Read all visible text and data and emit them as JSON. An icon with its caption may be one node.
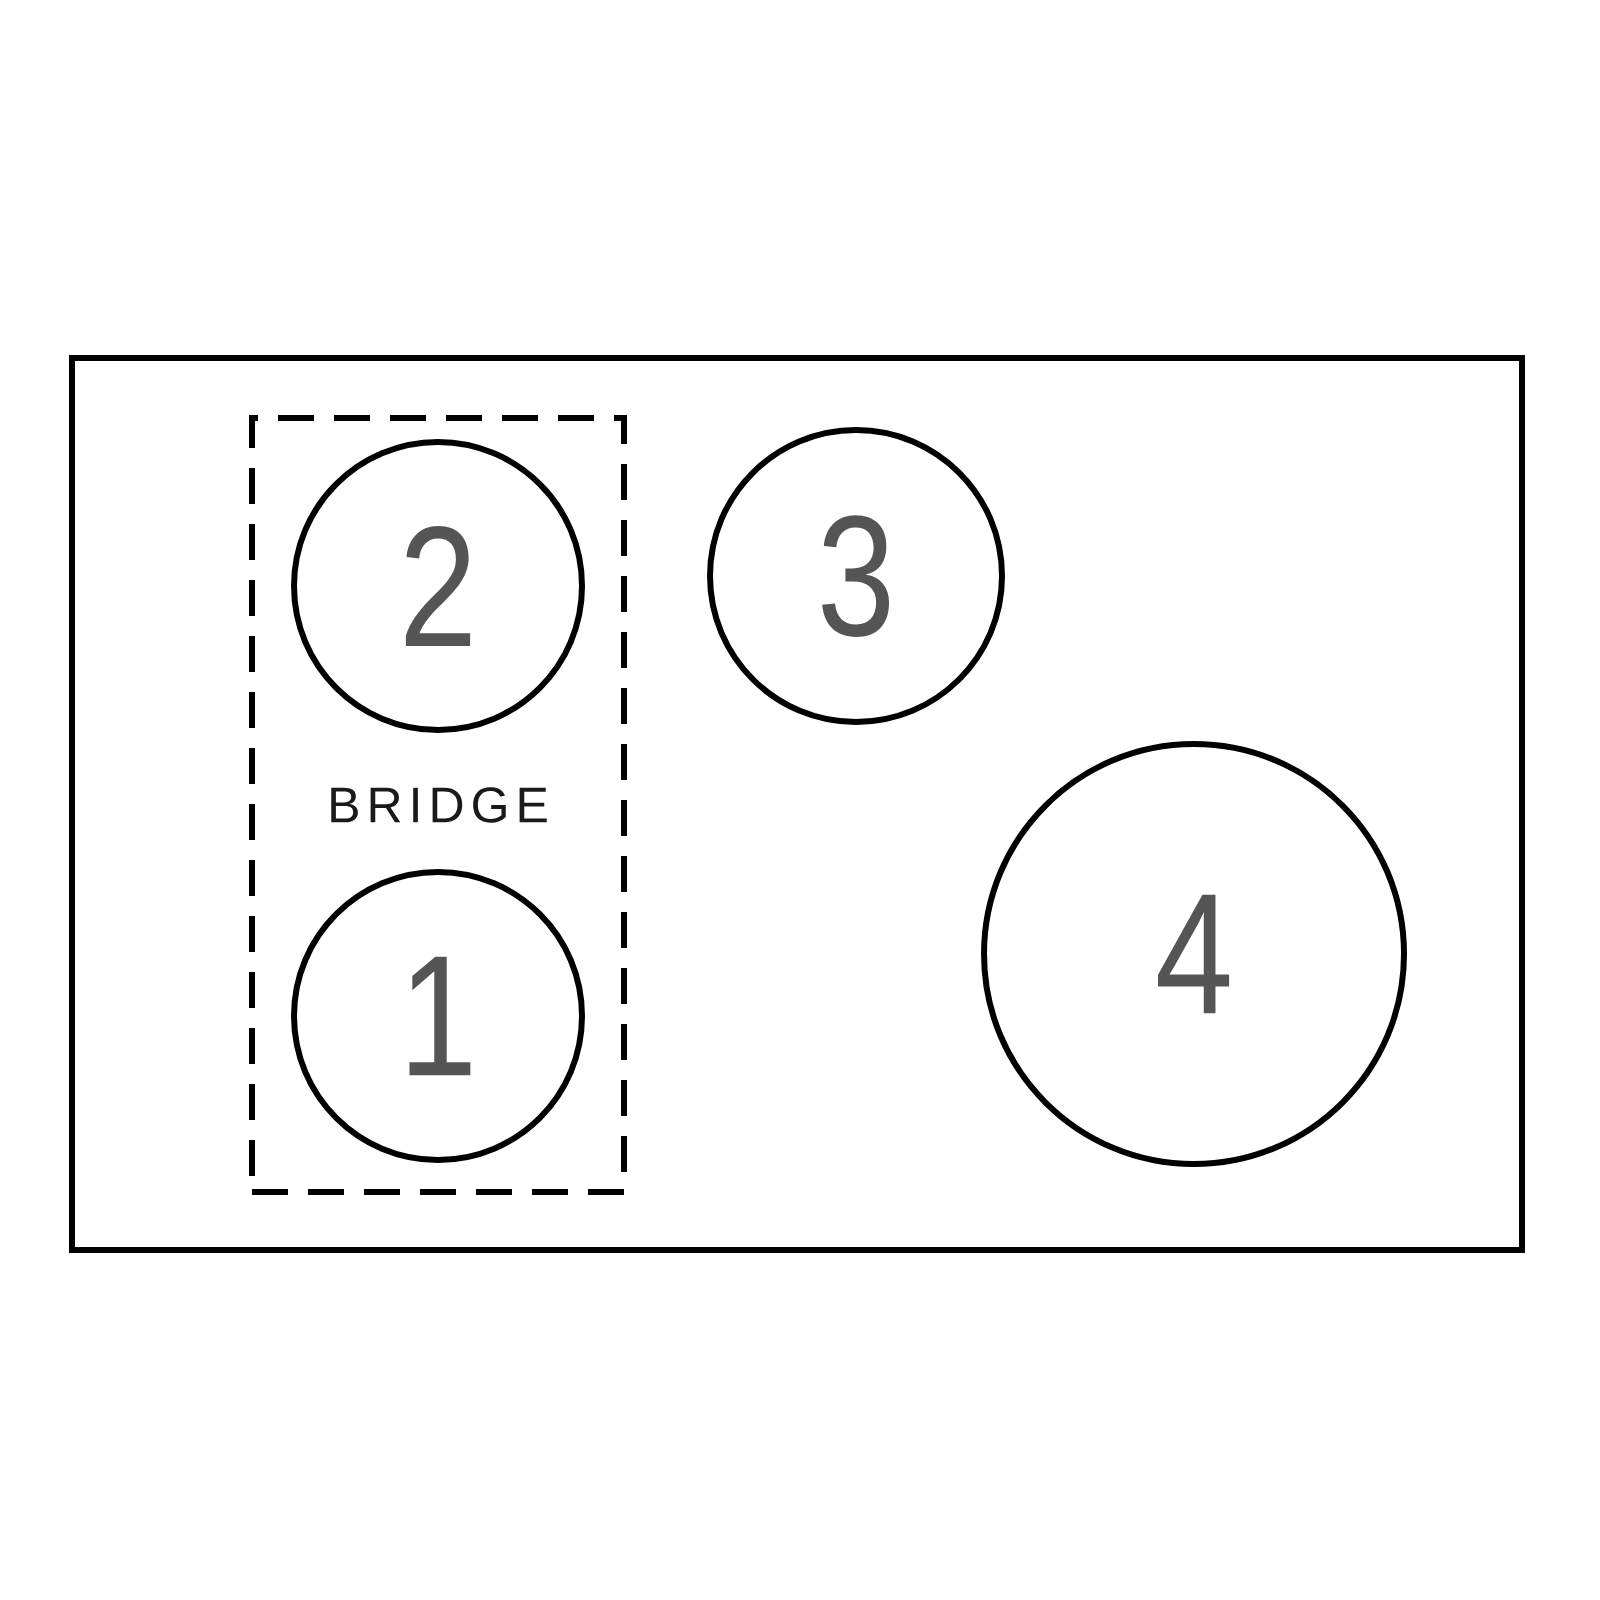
{
  "diagram": {
    "nodes": [
      {
        "text": [],
        "shape": "box"
      },
      {
        "text": [
          "BRIDGE"
        ],
        "in": 0
      },
      {
        "text": [
          "2"
        ],
        "in": 1
      },
      {
        "text": [
          "1"
        ],
        "in": 1
      },
      {
        "text": [
          "3"
        ],
        "in": 0
      },
      {
        "text": [
          "4"
        ],
        "in": 0
      }
    ]
  }
}
